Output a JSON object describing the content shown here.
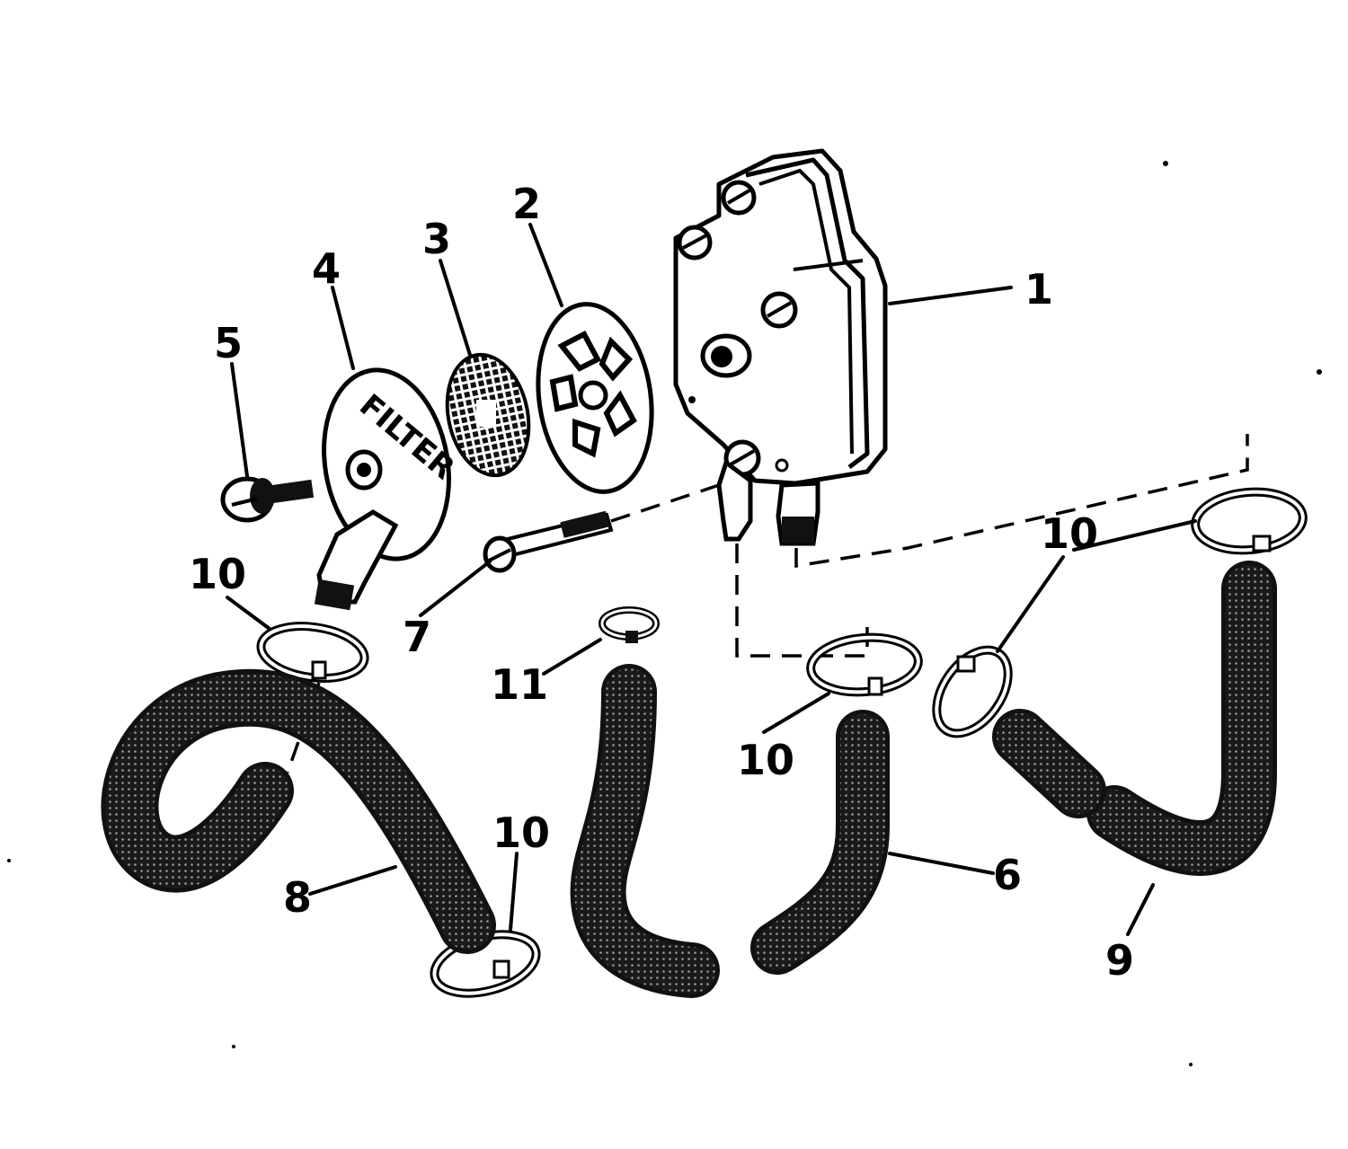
{
  "diagram": {
    "part_filter_lettering": "FILTER",
    "callouts": {
      "pump": "1",
      "gasket": "2",
      "screen": "3",
      "filter_cover": "4",
      "cover_screw": "5",
      "hose_6": "6",
      "long_screw": "7",
      "hose_8": "8",
      "hose_9": "9",
      "clamp_upper_left": "10",
      "clamp_lower_left": "10",
      "clamp_center": "10",
      "clamp_right_pair": "10",
      "small_clamp": "11"
    }
  }
}
